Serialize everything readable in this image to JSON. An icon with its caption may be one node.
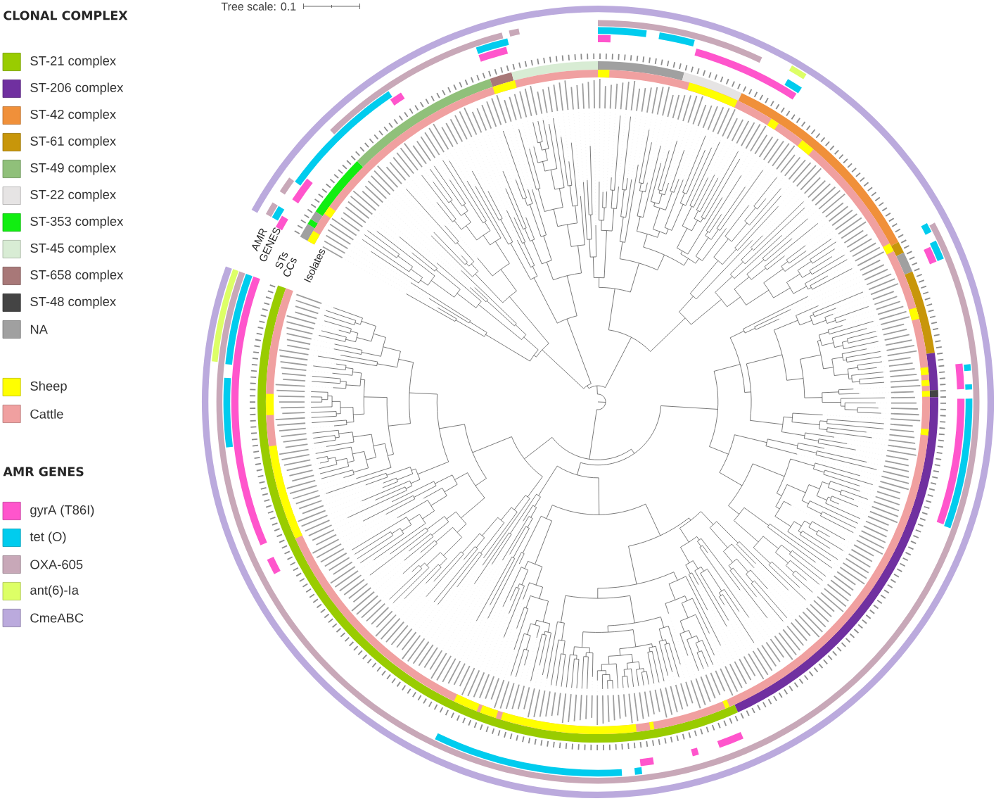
{
  "diagram": {
    "labels": [
      "CLONAL COMPLEX",
      "Tree scale: 0.1",
      "AMR GENES",
      "STs",
      "CCs",
      "Isolates",
      "AMR GENES"
    ],
    "legend": [
      {
        "text": "ST-21 complex",
        "color": "#99cc00"
      },
      {
        "text": "ST-206 complex",
        "color": "#7030a0"
      },
      {
        "text": "ST-42 complex",
        "color": "#f0903a"
      },
      {
        "text": "ST-61 complex",
        "color": "#c8960a"
      },
      {
        "text": "ST-49 complex",
        "color": "#90c07a"
      },
      {
        "text": "ST-22 complex",
        "color": "#e6e4e4"
      },
      {
        "text": "ST-353 complex",
        "color": "#11ee11"
      },
      {
        "text": "ST-45 complex",
        "color": "#d8ecd4"
      },
      {
        "text": "ST-658 complex",
        "color": "#a87878"
      },
      {
        "text": "ST-48 complex",
        "color": "#444444"
      },
      {
        "text": "NA",
        "color": "#a0a0a0"
      },
      {
        "text": "Sheep",
        "color": "#ffff00"
      },
      {
        "text": "Cattle",
        "color": "#f0a0a0"
      },
      {
        "text": "gyrA (T86I)",
        "color": "#ff55cc"
      },
      {
        "text": "tet (O)",
        "color": "#00ccee"
      },
      {
        "text": "OXA-605",
        "color": "#c8a8b8"
      },
      {
        "text": "ant(6)-Ia",
        "color": "#ddff66"
      },
      {
        "text": "CmeABC",
        "color": "#bbaadd"
      }
    ]
  }
}
